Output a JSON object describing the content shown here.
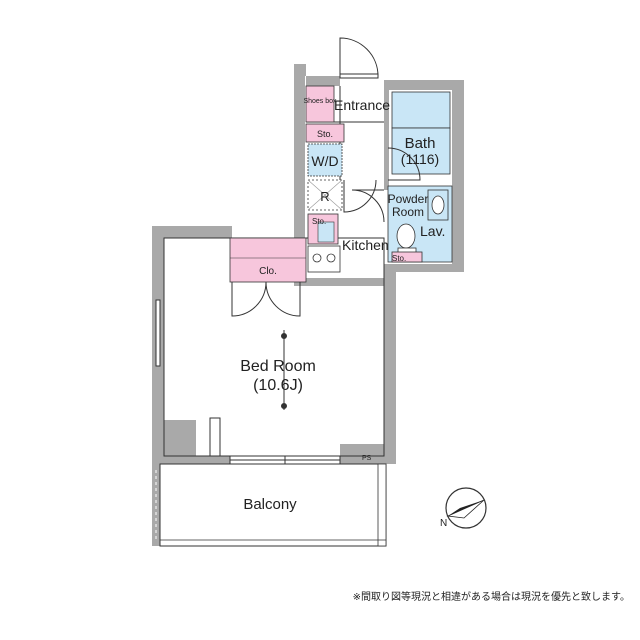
{
  "colors": {
    "wall": "#a9a9a9",
    "pink": "#f7c6dc",
    "blue": "#c9e6f6",
    "line": "#333333"
  },
  "rooms": {
    "entrance": "Entrance",
    "shoes_box": "Shoes box",
    "sto_entrance": "Sto.",
    "wd": "W/D",
    "fridge": "R",
    "sto_kitchen": "Sto.",
    "kitchen": "Kitchen",
    "bath": "Bath",
    "bath_size": "(1116)",
    "powder_room_1": "Powder",
    "powder_room_2": "Room",
    "lav": "Lav.",
    "sto_powder": "Sto.",
    "clo": "Clo.",
    "bed_room": "Bed Room",
    "bed_room_size": "(10.6J)",
    "ps": "PS",
    "balcony": "Balcony"
  },
  "icons": {
    "north_arrow": "compass-north-icon"
  },
  "footnote": "※間取り図等現況と相違がある場合は現況を優先と致します。"
}
